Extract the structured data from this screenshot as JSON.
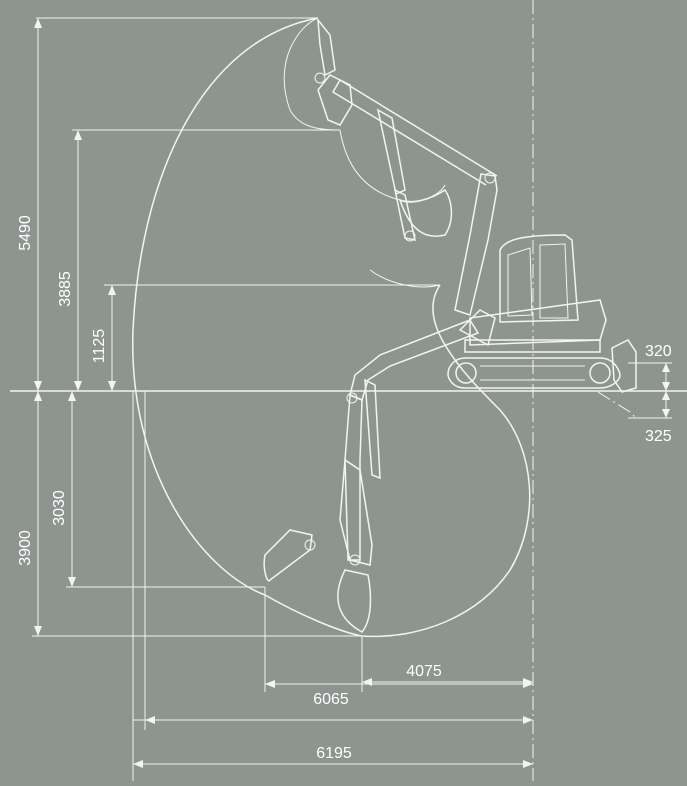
{
  "dimensions": {
    "max_reach_height": "5490",
    "max_dump_height": "3885",
    "vertical_wall_height": "1125",
    "vertical_wall_depth": "3030",
    "max_dig_depth": "3900",
    "dozer_lift": "320",
    "dozer_drop": "325",
    "min_swing_radius": "4075",
    "reach_at_ground_inner": "6065",
    "max_reach_ground": "6195"
  },
  "colors": {
    "background": "#8e9590",
    "lines": "#f2f4f0"
  }
}
